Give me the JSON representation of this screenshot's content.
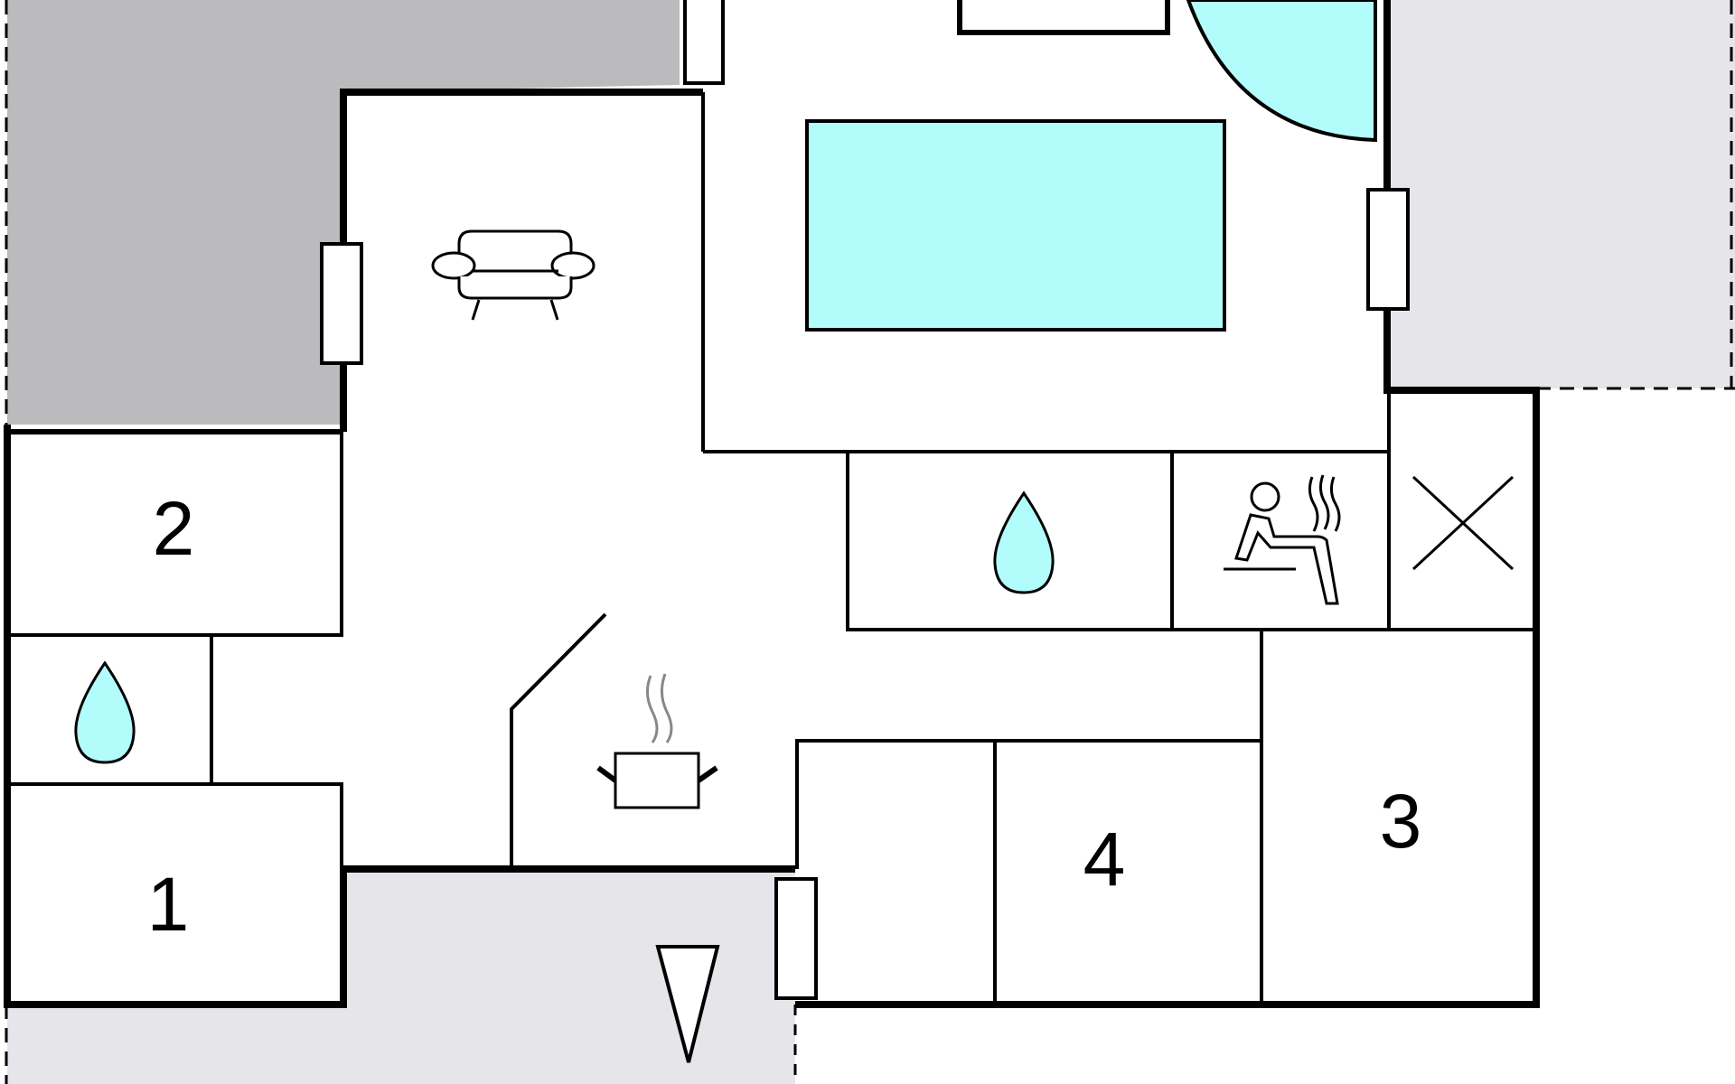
{
  "rooms": {
    "bedroom_1": "1",
    "bedroom_2": "2",
    "bedroom_3": "3",
    "bedroom_4": "4"
  },
  "icons": {
    "sofa": "living-room-sofa-icon",
    "cooking_pot": "kitchen-cooking-pot-icon",
    "water_drop": "bathroom-water-drop-icon",
    "sauna": "sauna-person-icon",
    "cross": "utility-cross-icon",
    "entrance": "entrance-triangle-icon"
  },
  "colors": {
    "wall": "#000000",
    "water": "#b2fcfc",
    "terrace_dark": "#bbbbbd",
    "terrace_light": "#e6e6ea",
    "floor": "#ffffff"
  }
}
